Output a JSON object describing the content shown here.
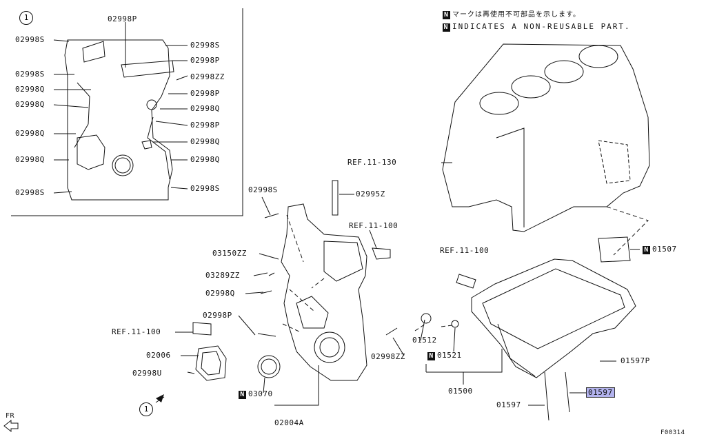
{
  "notice": {
    "jp": "マークは再使用不可部品を示します。",
    "en": "INDICATES A NON-REUSABLE PART.",
    "n_mark": "N"
  },
  "inset": {
    "callout": "1",
    "labels_left": [
      "02998S",
      "02998S",
      "02998Q",
      "02998Q",
      "02998Q",
      "02998Q",
      "02998S"
    ],
    "labels_top": "02998P",
    "labels_right": [
      "02998S",
      "02998P",
      "02998ZZ",
      "02998P",
      "02998Q",
      "02998P",
      "02998Q",
      "02998Q",
      "02998S"
    ]
  },
  "parts": {
    "p02998S": "02998S",
    "p02995Z": "02995Z",
    "ref_11_100_a": "REF.11-100",
    "ref_11_130": "REF.11-130",
    "ref_11_100_b": "REF.11-100",
    "ref_11_100_c": "REF.11-100",
    "p03150ZZ": "03150ZZ",
    "p03289ZZ": "03289ZZ",
    "p02998Q": "02998Q",
    "p02998P": "02998P",
    "p02006": "02006",
    "p02998U": "02998U",
    "p03070": "03070",
    "p02004A": "02004A",
    "p02998ZZ": "02998ZZ",
    "p01512": "01512",
    "p01521": "01521",
    "p01500": "01500",
    "p01507": "01507",
    "p01597P": "01597P",
    "p01597_a": "01597",
    "p01597_b": "01597"
  },
  "callout_main": "1",
  "front": "FR",
  "figure_code": "F00314",
  "colors": {
    "highlight": "#b3b3ee",
    "line": "#111111"
  }
}
